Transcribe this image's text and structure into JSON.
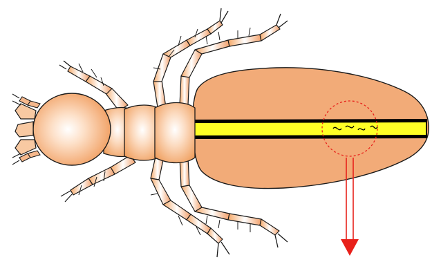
{
  "diagram": {
    "subject": "termite",
    "view": "dorsal",
    "parts": [
      "head",
      "antennae",
      "thorax",
      "legs",
      "abdomen",
      "gut"
    ],
    "highlight": {
      "shape": "dashed-circle",
      "target": "gut-contents"
    },
    "callout": {
      "shape": "double-line-arrow",
      "direction": "down"
    }
  },
  "colors": {
    "body": "#f5aa70",
    "abdomen": "#f2ab78",
    "highlight_light": "#ffffff",
    "outline": "#1a1a1a",
    "gut_fill": "#ffff26",
    "gut_edge": "#000000",
    "marker": "#e8201a"
  }
}
